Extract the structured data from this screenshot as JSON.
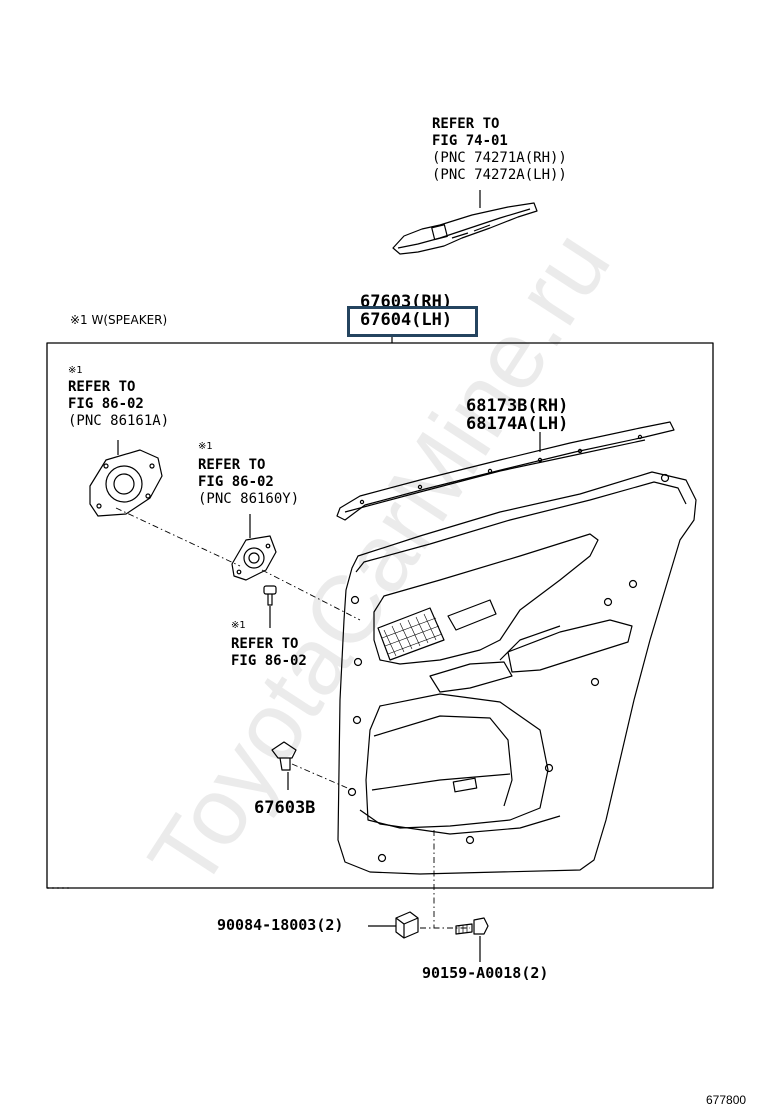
{
  "header_ref": {
    "line1": "REFER TO",
    "line2": "FIG 74-01",
    "line3": "(PNC 74271A(RH))",
    "line4": "(PNC 74272A(LH))"
  },
  "board": {
    "part_rh": "67603(RH)",
    "part_lh": "67604(LH)",
    "note_speaker": "※1 W(SPEAKER)"
  },
  "ref_speaker_a": {
    "mark": "※1",
    "line1": "REFER TO",
    "line2": "FIG 86-02",
    "line3": "(PNC 86161A)"
  },
  "ref_speaker_b": {
    "mark": "※1",
    "line1": "REFER TO",
    "line2": "FIG 86-02",
    "line3": "(PNC 86160Y)"
  },
  "ref_screw": {
    "mark": "※1",
    "line1": "REFER TO",
    "line2": "FIG 86-02"
  },
  "weatherstrip": {
    "rh": "68173B(RH)",
    "lh": "68174A(LH)"
  },
  "clip": {
    "label": "67603B"
  },
  "bolt_a": {
    "label": "90084-18003(2)"
  },
  "bolt_b": {
    "label": "90159-A0018(2)"
  },
  "watermark": "ToyotaCarMine.ru",
  "figure_id": "677800"
}
